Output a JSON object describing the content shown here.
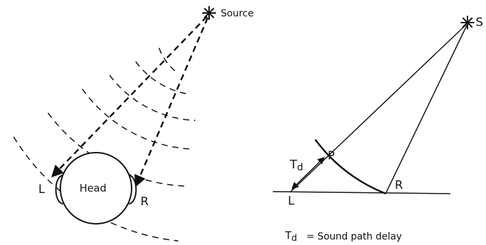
{
  "left_diagram": {
    "source_label": "Source",
    "head_label": "Head",
    "left_ear_label": "L",
    "right_ear_label": "R"
  },
  "right_diagram": {
    "source_label": "S",
    "point_p_label": "P",
    "left_label": "L",
    "right_label": "R",
    "delay_label_main": "T",
    "delay_label_sub": "d"
  },
  "caption": {
    "symbol_main": "T",
    "symbol_sub": "d",
    "text": "= Sound path delay"
  },
  "colors": {
    "ink": "#111111",
    "background": "#ffffff"
  }
}
